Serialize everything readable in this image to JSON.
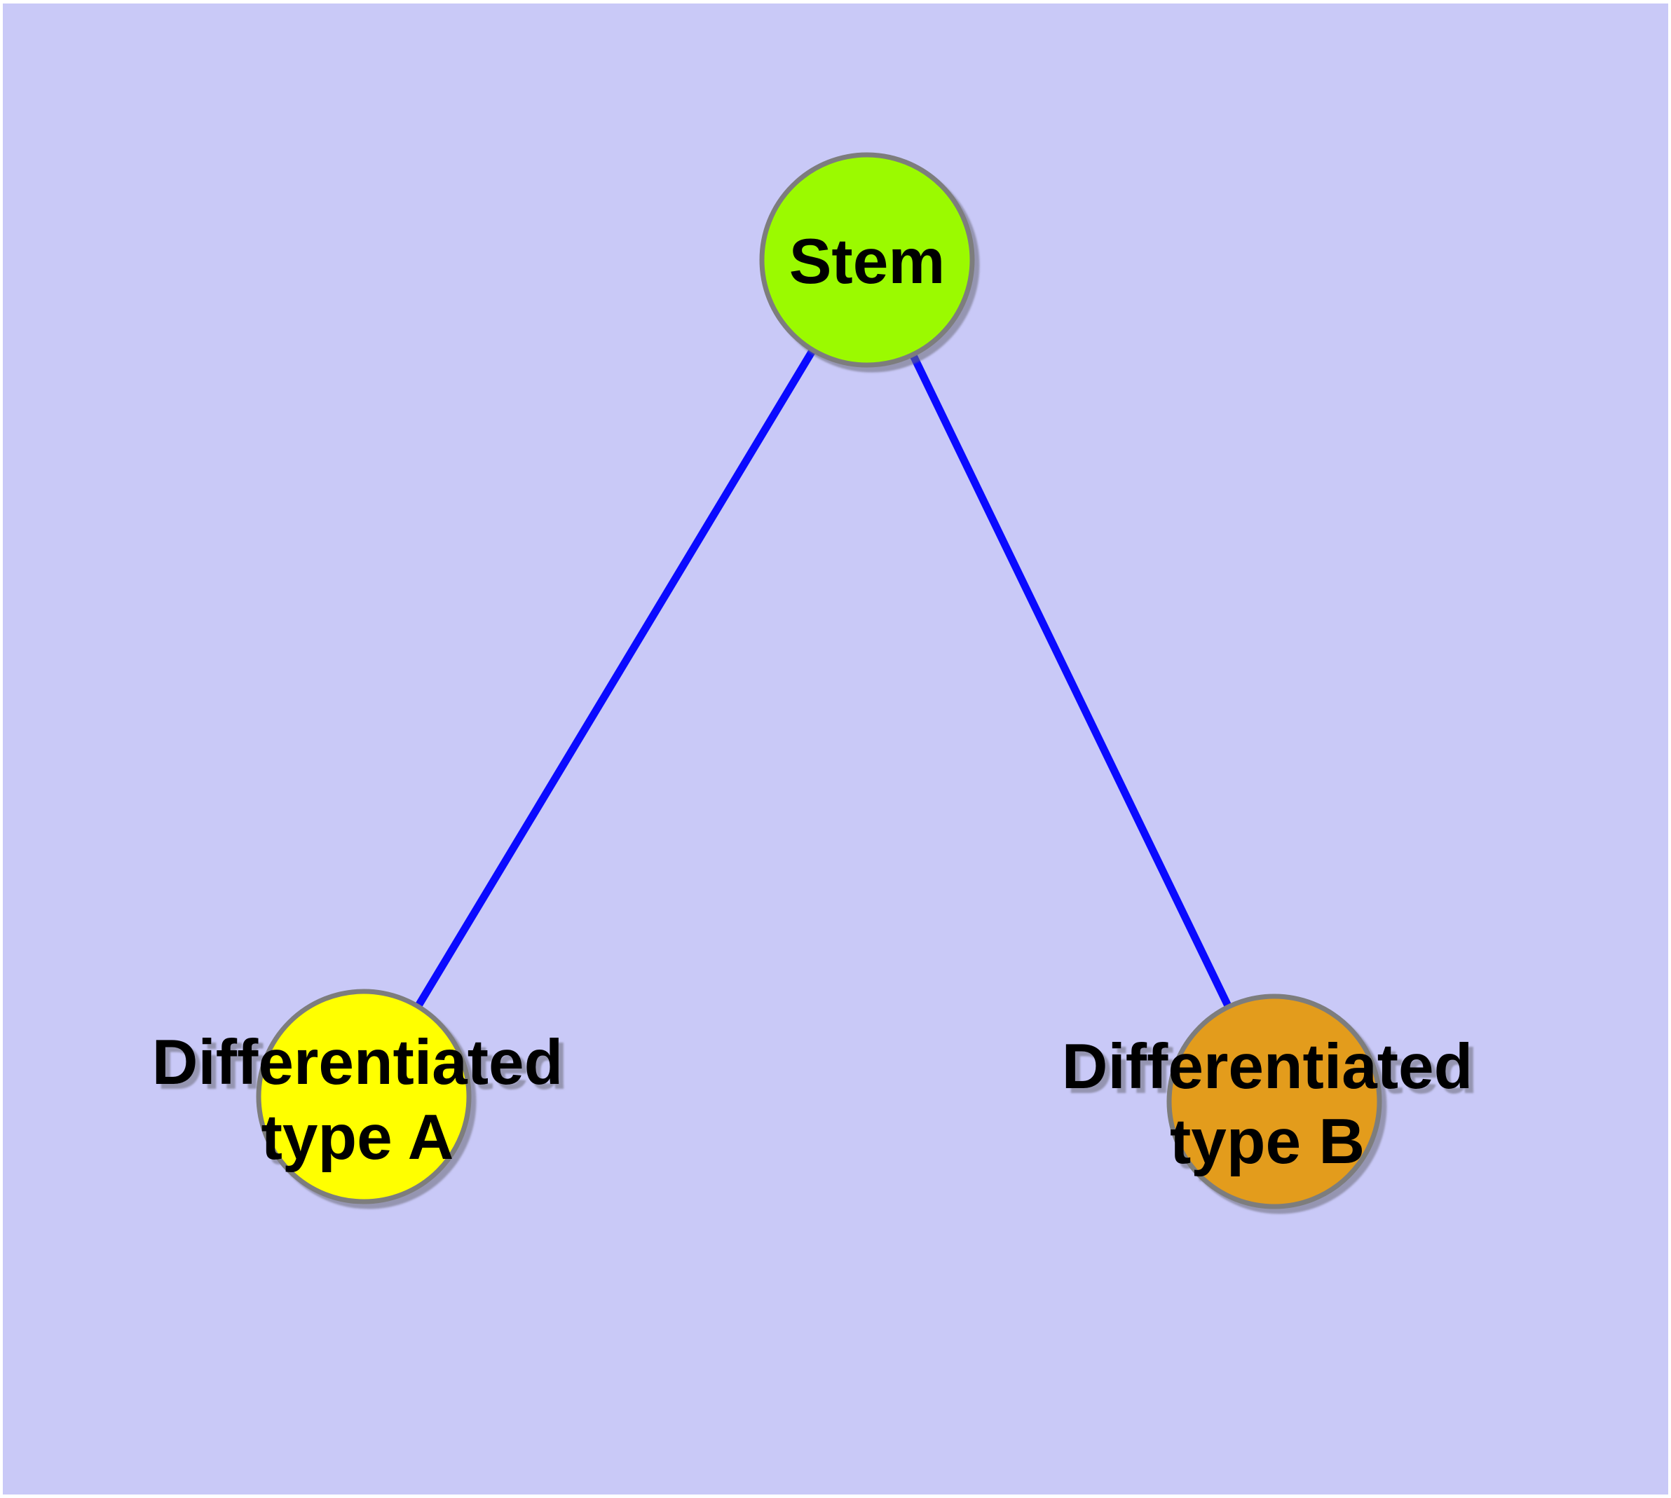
{
  "canvas": {
    "background_color": "#C9C9F7",
    "margin_color": "#FFFFFF"
  },
  "styles": {
    "edge_color": "#0A0AFF",
    "node_border_color": "#7D7D7D",
    "label_color": "#000000"
  },
  "nodes": {
    "stem": {
      "label": "Stem",
      "fill": "#9BFA00"
    },
    "type_a": {
      "label_line1": "Differentiated",
      "label_line2": "type A",
      "fill": "#FFFF00"
    },
    "type_b": {
      "label_line1": "Differentiated",
      "label_line2": "type B",
      "fill": "#E39C1E"
    }
  },
  "edges": [
    {
      "from": "Stem",
      "to": "Differentiated type A"
    },
    {
      "from": "Stem",
      "to": "Differentiated type B"
    }
  ]
}
